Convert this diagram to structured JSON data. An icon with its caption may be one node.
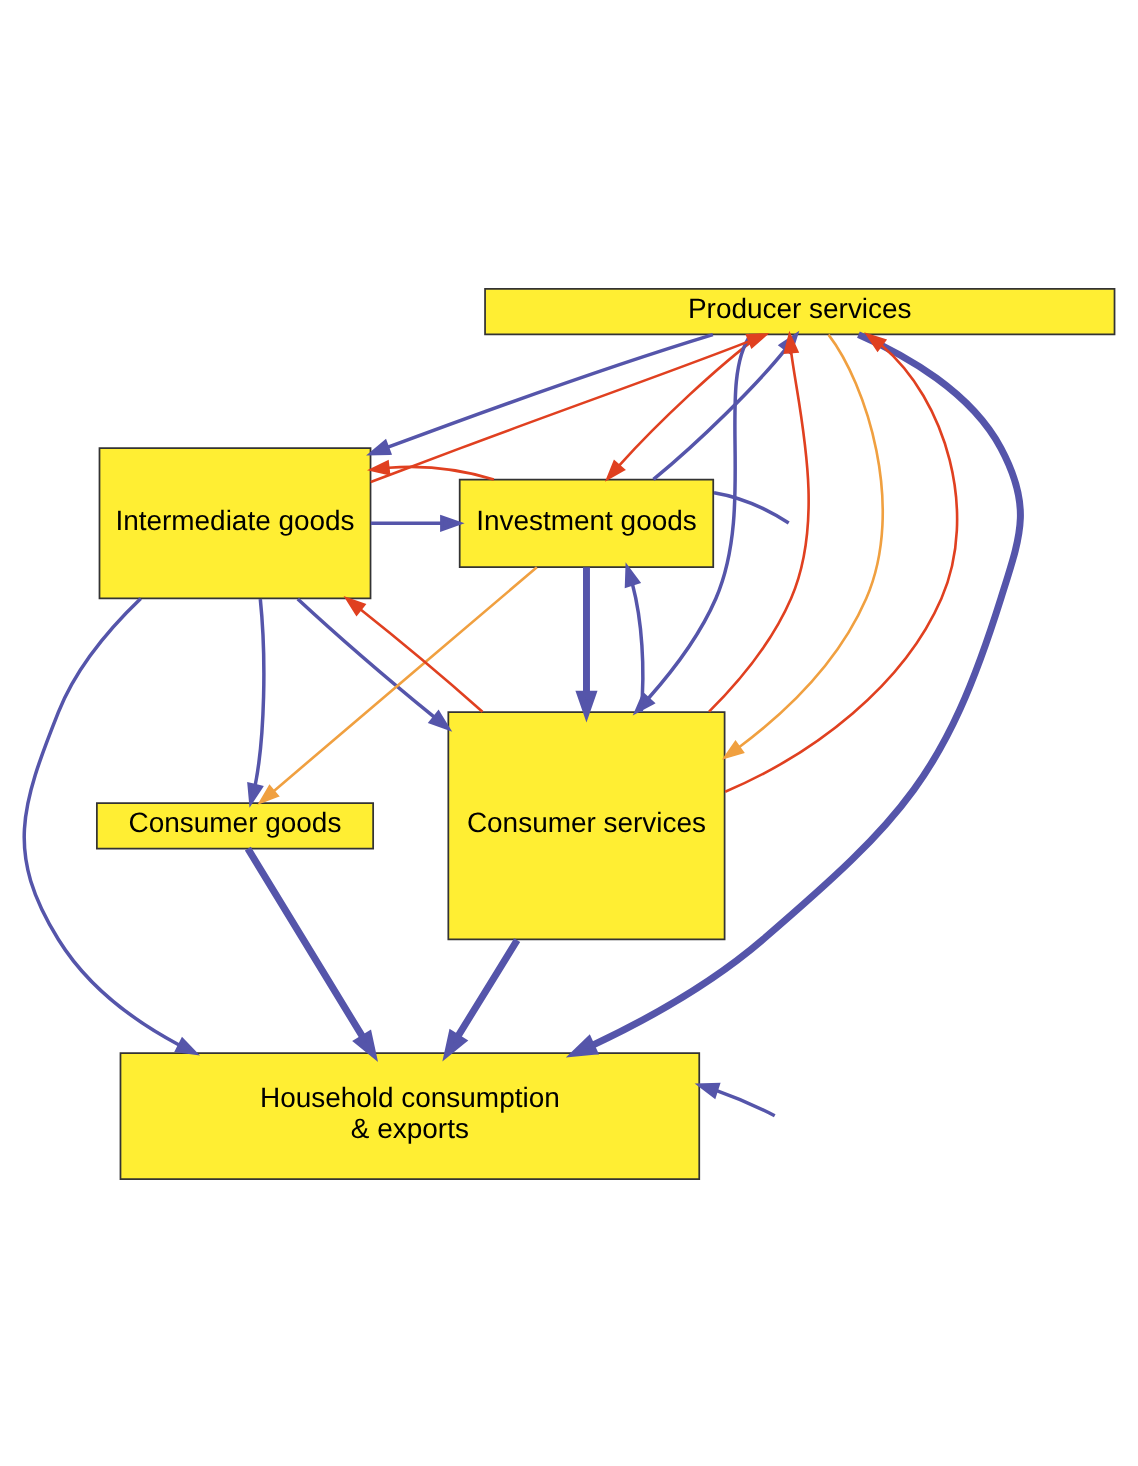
{
  "diagram": {
    "nodes": [
      {
        "text": [
          "Producer services"
        ]
      },
      {
        "text": [
          "Intermediate goods"
        ]
      },
      {
        "text": [
          "Investment goods"
        ]
      },
      {
        "text": [
          "Consumer goods"
        ]
      },
      {
        "text": [
          "Consumer services"
        ]
      },
      {
        "text": [
          "Household consumption",
          "& exports"
        ]
      }
    ],
    "edges": [
      {
        "from": 0,
        "to": 1,
        "arrow": "to"
      },
      {
        "from": 1,
        "to": 0,
        "arrow": "to",
        "color": "#e04020"
      },
      {
        "from": 2,
        "to": 0,
        "arrow": "to"
      },
      {
        "from": 0,
        "to": 2,
        "arrow": "to",
        "color": "#e04020"
      },
      {
        "from": 1,
        "to": 2,
        "arrow": "to"
      },
      {
        "from": 2,
        "to": 1,
        "arrow": "to",
        "color": "#e04020"
      },
      {
        "from": 0,
        "to": 4,
        "arrow": "to"
      },
      {
        "from": 4,
        "to": 0,
        "arrow": "to",
        "color": "#e04020"
      },
      {
        "from": 0,
        "to": 4,
        "arrow": "to",
        "color": "#f0a040"
      },
      {
        "from": 4,
        "to": 0,
        "arrow": "to",
        "color": "#e04020"
      },
      {
        "from": 0,
        "to": 5,
        "arrow": "to",
        "style": "thick"
      },
      {
        "from": 1,
        "to": 3,
        "arrow": "to"
      },
      {
        "from": 1,
        "to": 4,
        "arrow": "to"
      },
      {
        "from": 4,
        "to": 1,
        "arrow": "to",
        "color": "#e04020"
      },
      {
        "from": 2,
        "to": 3,
        "arrow": "to",
        "color": "#f0a040"
      },
      {
        "from": 2,
        "to": 4,
        "arrow": "to",
        "style": "thick"
      },
      {
        "from": 4,
        "to": 2,
        "arrow": "to"
      },
      {
        "from": 1,
        "to": 5,
        "arrow": "to"
      },
      {
        "from": 2,
        "to": null,
        "arrow": "none"
      },
      {
        "from": null,
        "to": 5,
        "arrow": "to"
      },
      {
        "from": 3,
        "to": 5,
        "arrow": "to",
        "style": "thick"
      },
      {
        "from": 4,
        "to": 5,
        "arrow": "to",
        "style": "thick"
      }
    ]
  }
}
